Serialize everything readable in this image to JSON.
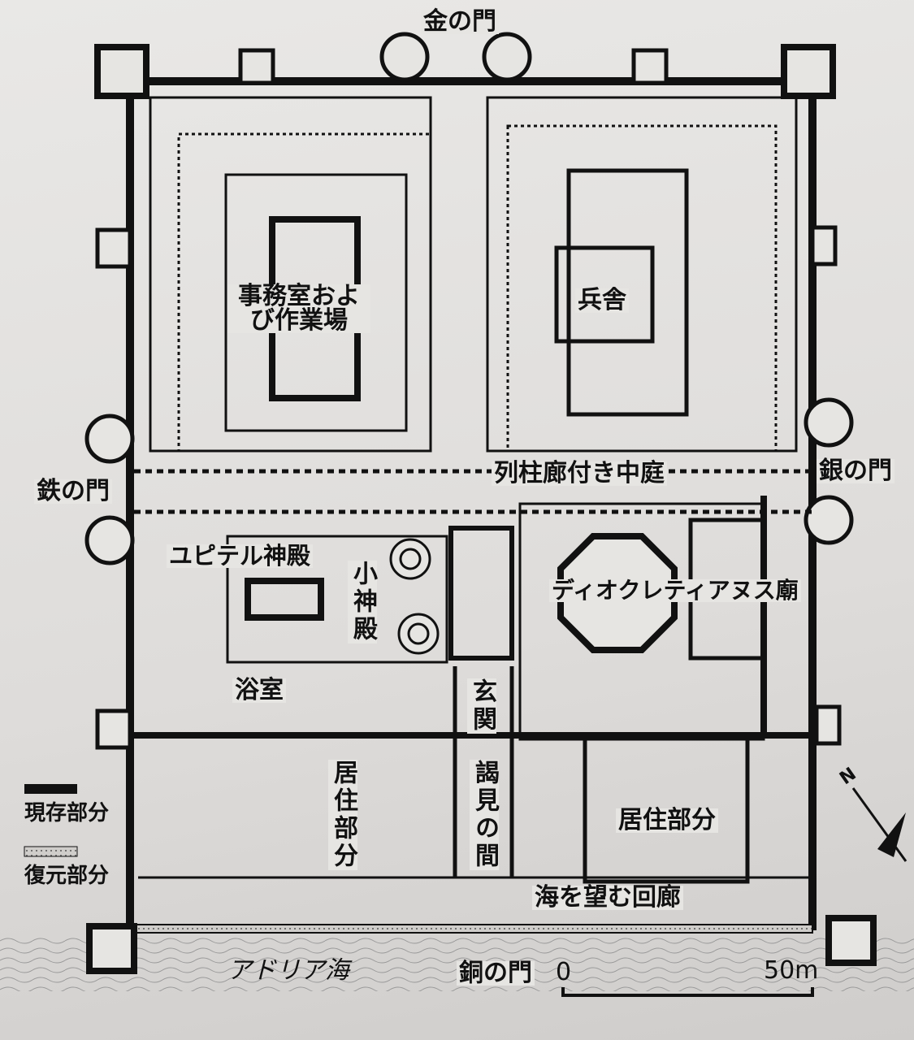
{
  "gates": {
    "north": "金の門",
    "west": "鉄の門",
    "east": "銀の門",
    "south": "銅の門"
  },
  "areas": {
    "offices": "事務室および作業場",
    "barracks": "兵舎",
    "peristyle": "列柱廊付き中庭",
    "jupiter_temple": "ユピテル神殿",
    "small_temples": "小神殿",
    "mausoleum": "ディオクレティアヌス廟",
    "baths": "浴室",
    "vestibule": "玄関",
    "audience_hall": "謁見の間",
    "residence_west": "居住部分",
    "residence_east": "居住部分",
    "cryptoportico": "海を望む回廊",
    "sea": "アドリア海"
  },
  "legend": {
    "existing": "現存部分",
    "restored": "復元部分"
  },
  "scale": {
    "start": "0",
    "end": "50m"
  },
  "compass": {
    "label": "N"
  },
  "colors": {
    "wall": "#111111",
    "restored": "#b9b7b4",
    "paper": "#e6e5e2"
  }
}
